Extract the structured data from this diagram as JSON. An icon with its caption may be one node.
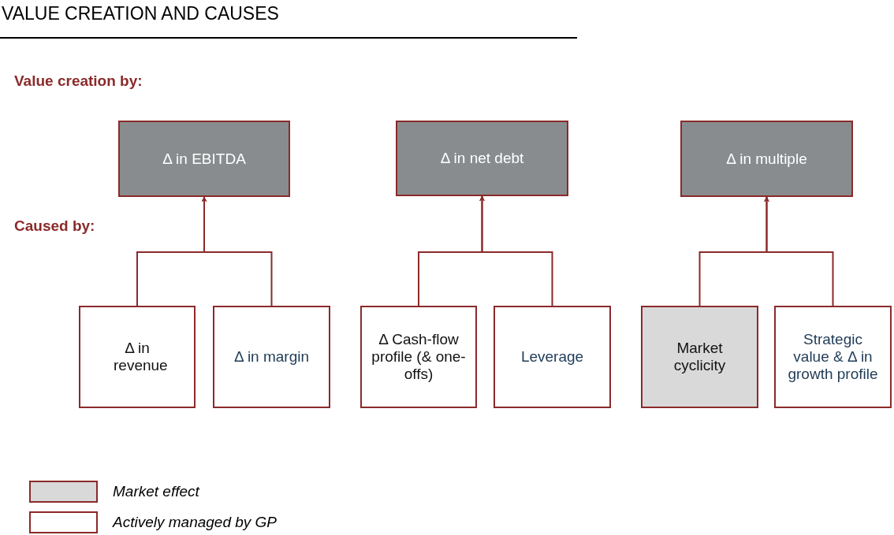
{
  "diagram": {
    "title": "VALUE CREATION AND CAUSES",
    "nodes": [
      {
        "text": [
          "Δ in EBITDA"
        ]
      },
      {
        "text": [
          "Δ in net debt"
        ]
      },
      {
        "text": [
          "Δ in multiple"
        ]
      },
      {
        "text": [
          "Δ in revenue"
        ]
      },
      {
        "text": [
          "Δ in margin"
        ]
      },
      {
        "text": [
          "Δ Cash-flow profile (& one-offs)"
        ]
      },
      {
        "text": [
          "Leverage"
        ]
      },
      {
        "text": [
          "Market cyclicity"
        ]
      },
      {
        "text": [
          "Strategic value & Δ in growth profile"
        ]
      }
    ],
    "edges": [
      {
        "from": 3,
        "to": 0,
        "arrow": "to"
      },
      {
        "from": 4,
        "to": 0,
        "arrow": "to"
      },
      {
        "from": 5,
        "to": 1,
        "arrow": "to"
      },
      {
        "from": 6,
        "to": 1,
        "arrow": "to"
      },
      {
        "from": 7,
        "to": 2,
        "arrow": "to"
      },
      {
        "from": 8,
        "to": 2,
        "arrow": "to"
      }
    ],
    "labels": [
      "Value creation by:",
      "Caused by:"
    ],
    "legend": [
      {
        "text": "Market effect",
        "color": "#d9d9d9"
      },
      {
        "text": "Actively managed by GP",
        "color": "#ffffff"
      }
    ]
  }
}
